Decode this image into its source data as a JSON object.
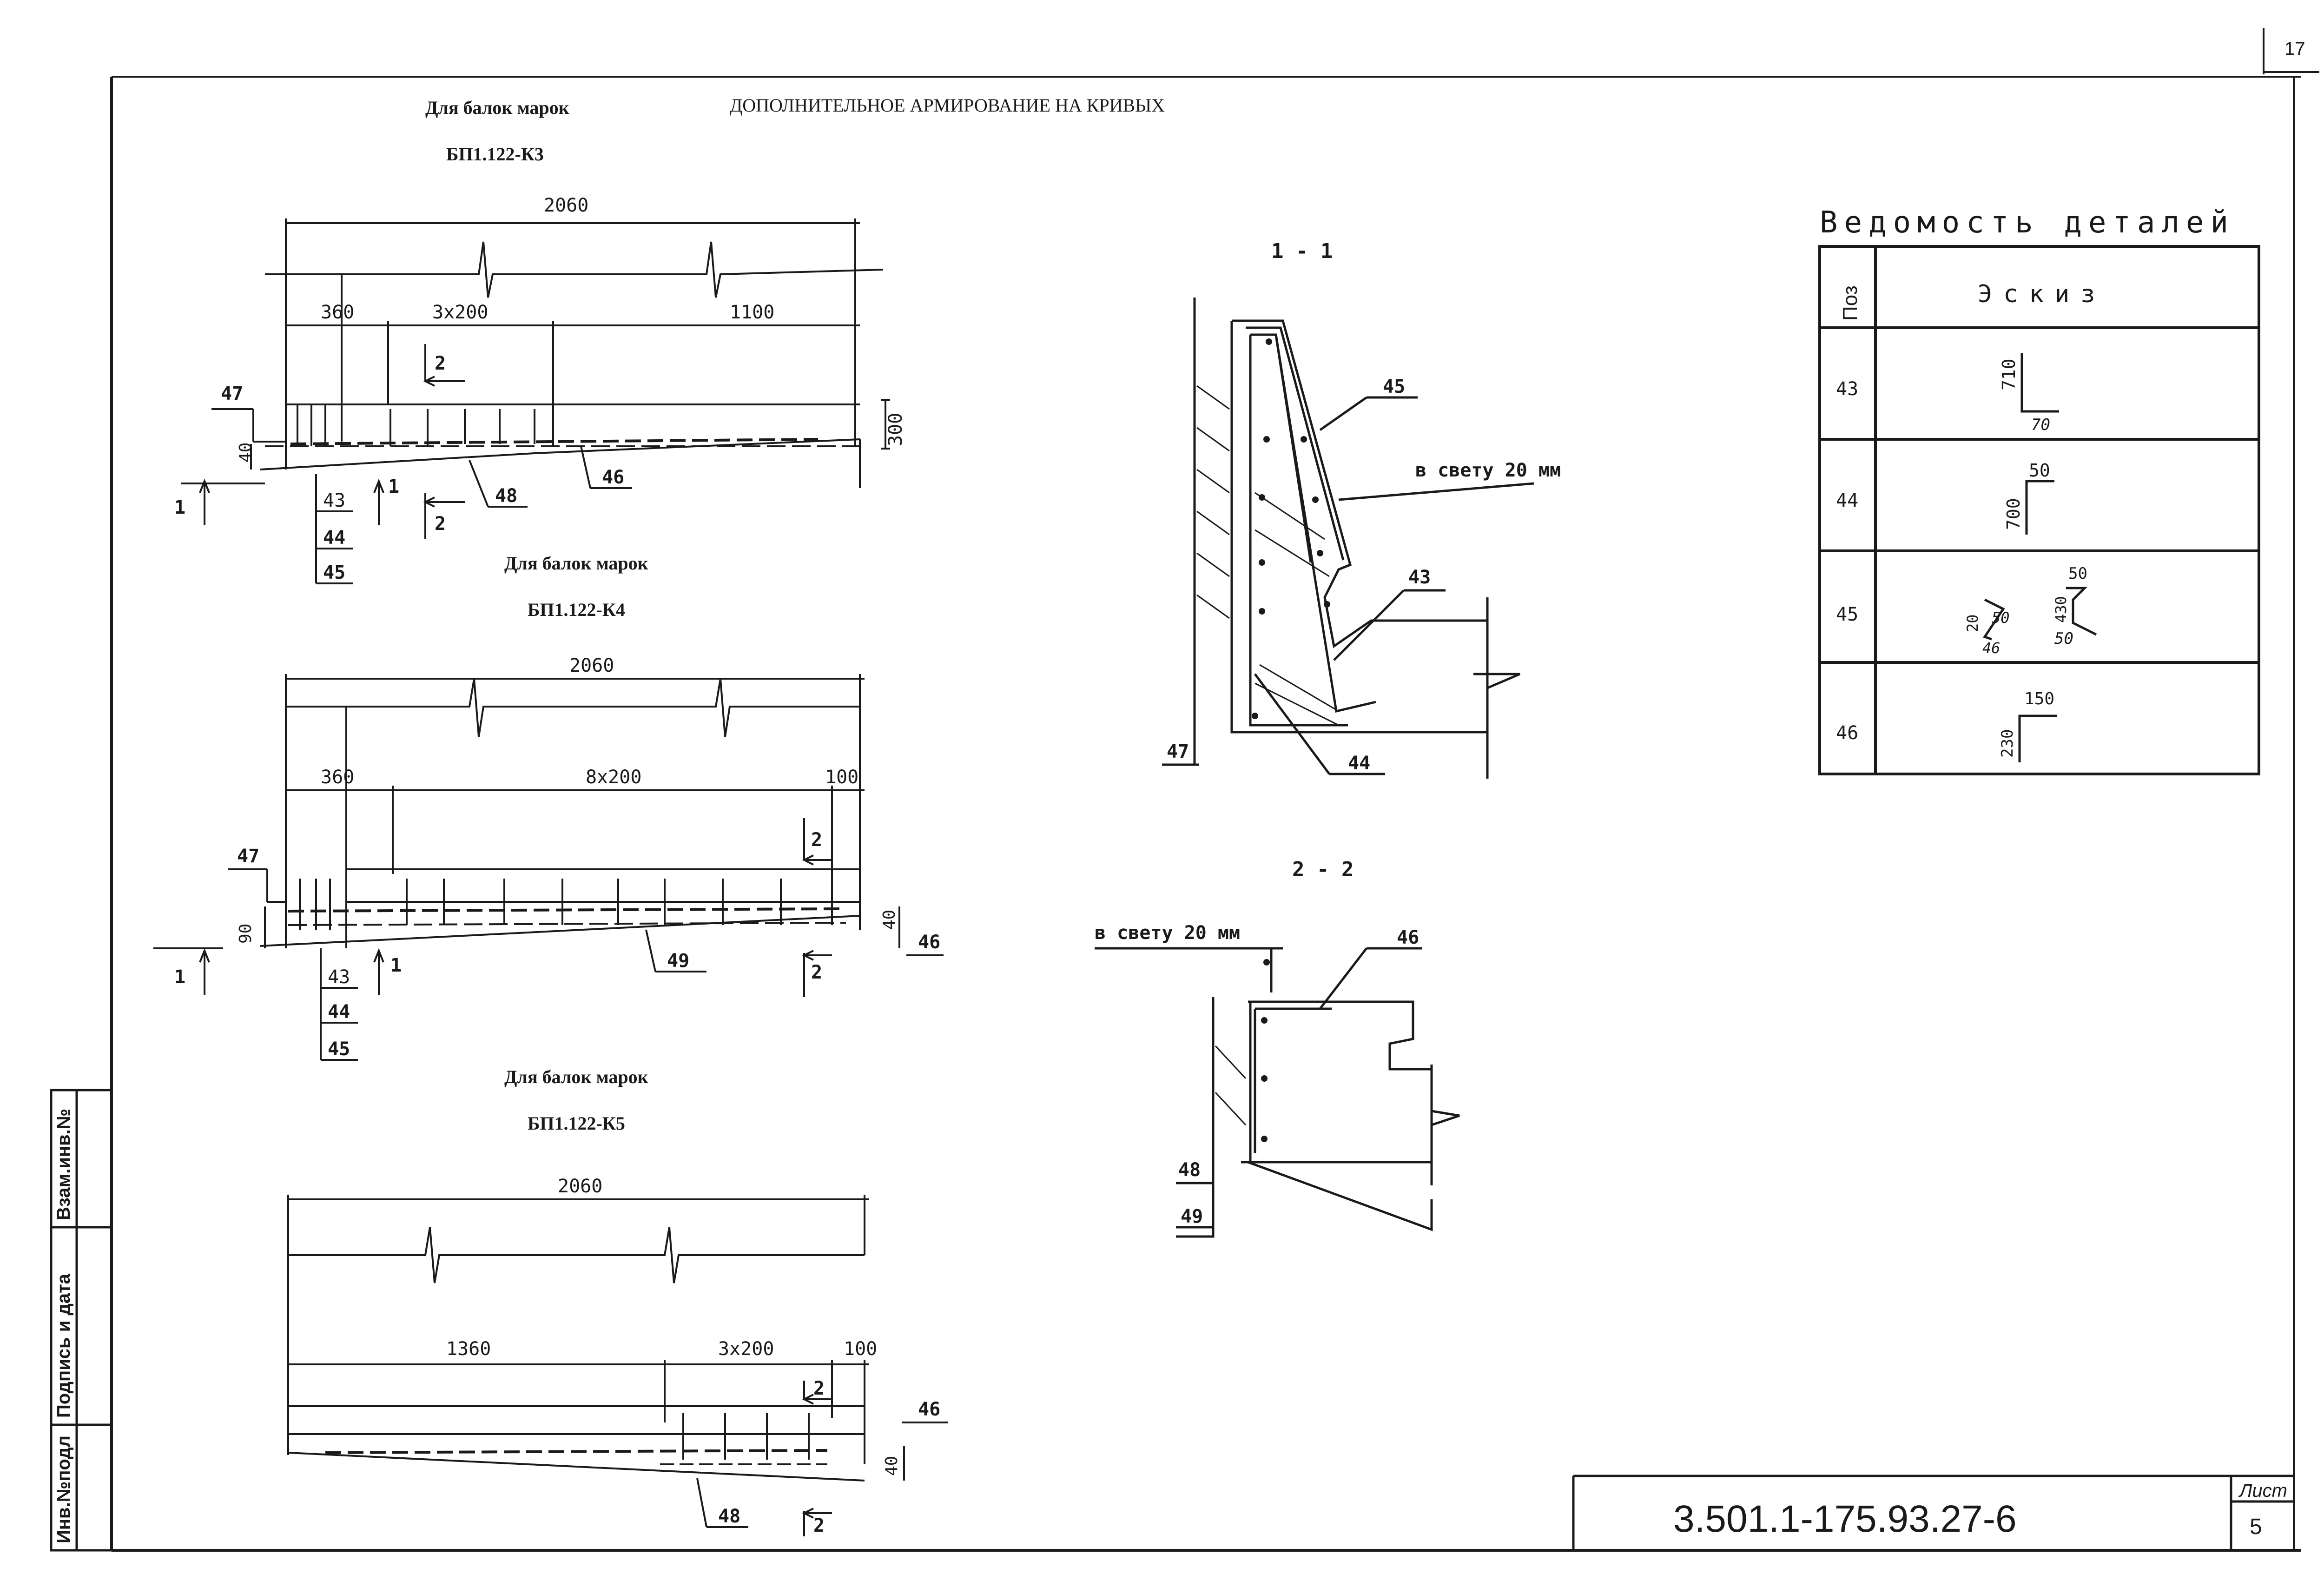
{
  "sheet": {
    "corner_number": "17",
    "title": "ДОПОЛНИТЕЛЬНОЕ АРМИРОВАНИЕ НА КРИВЫХ",
    "code": "3.501.1-175.93.27-6",
    "sheet_label": "Лист",
    "sheet_no": "5",
    "side_stamp": [
      "Инв.№подл",
      "Подпись и дата",
      "Взам.инв.№"
    ]
  },
  "detail_k3": {
    "heading": "Для балок марок",
    "mark": "БП1.122-К3",
    "dims": [
      "2060",
      "360",
      "3x200",
      "1100",
      "300",
      "40"
    ],
    "positions": [
      "47",
      "43",
      "44",
      "45",
      "48",
      "46"
    ],
    "sections": [
      "1",
      "1",
      "2",
      "2"
    ]
  },
  "detail_k4": {
    "heading": "Для балок марок",
    "mark": "БП1.122-К4",
    "dims": [
      "2060",
      "360",
      "8x200",
      "100",
      "90",
      "40"
    ],
    "positions": [
      "47",
      "43",
      "44",
      "45",
      "49",
      "46"
    ],
    "sections": [
      "1",
      "1",
      "2",
      "2"
    ]
  },
  "detail_k5": {
    "heading": "Для балок марок",
    "mark": "БП1.122-К5",
    "dims": [
      "2060",
      "1360",
      "3x200",
      "100",
      "40"
    ],
    "positions": [
      "46",
      "48"
    ],
    "sections": [
      "2",
      "2"
    ]
  },
  "section_1_1": {
    "label": "1 - 1",
    "note": "в свету 20 мм",
    "positions": [
      "45",
      "43",
      "47",
      "44"
    ]
  },
  "section_2_2": {
    "label": "2 - 2",
    "note": "в свету 20 мм",
    "positions": [
      "46",
      "48",
      "49"
    ]
  },
  "details_table": {
    "title": "Ведомость деталей",
    "col_pos": "Поз",
    "col_sketch": "Эскиз",
    "rows": [
      {
        "pos": "43",
        "dims": [
          "710",
          "70"
        ]
      },
      {
        "pos": "44",
        "dims": [
          "700",
          "50"
        ]
      },
      {
        "pos": "45",
        "dims": [
          "20",
          "50",
          "46",
          "430",
          "50",
          "50"
        ]
      },
      {
        "pos": "46",
        "dims": [
          "150",
          "230"
        ]
      }
    ]
  }
}
